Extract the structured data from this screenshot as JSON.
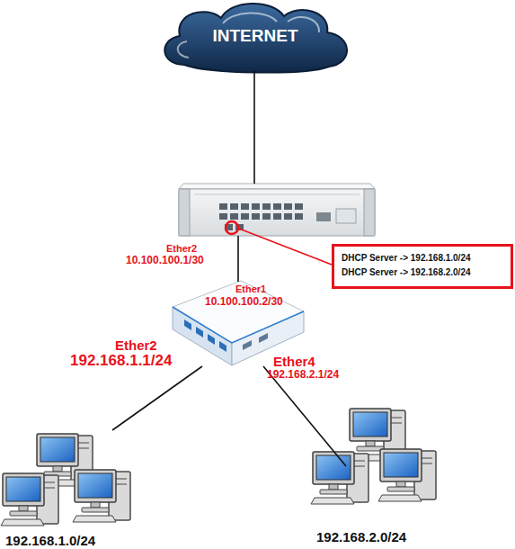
{
  "diagram": {
    "nodes": [
      {
        "text": [
          "INTERNET"
        ]
      },
      {
        "text": [
          "Ether2",
          "10.100.100.1/30"
        ]
      },
      {
        "text": [
          "DHCP Server -> 192.168.1.0/24",
          "DHCP Server -> 192.168.2.0/24"
        ]
      },
      {
        "text": [
          "Ether1",
          "10.100.100.2/30",
          "Ether2",
          "192.168.1.1/24",
          "Ether4",
          "192.168.2.1/24"
        ]
      },
      {
        "text": [
          "192.168.1.0/24"
        ]
      },
      {
        "text": [
          "192.168.2.0/24"
        ]
      }
    ],
    "edges": [
      {
        "from": 0,
        "to": 1,
        "arrow": "none"
      },
      {
        "from": 1,
        "to": 2,
        "arrow": "none"
      },
      {
        "from": 1,
        "to": 3,
        "arrow": "none"
      },
      {
        "from": 3,
        "to": 4,
        "arrow": "none"
      },
      {
        "from": 3,
        "to": 5,
        "arrow": "none"
      }
    ]
  }
}
